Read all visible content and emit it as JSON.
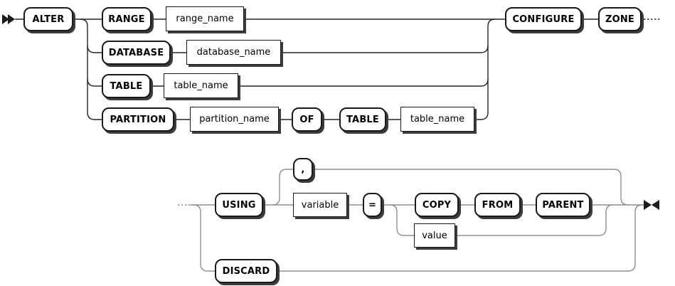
{
  "diagram": {
    "kind": "railroad-syntax-diagram",
    "tokens": {
      "alter": "ALTER",
      "range": "RANGE",
      "range_name": "range_name",
      "database": "DATABASE",
      "database_name": "database_name",
      "table": "TABLE",
      "table_name": "table_name",
      "partition": "PARTITION",
      "partition_name": "partition_name",
      "of": "OF",
      "configure": "CONFIGURE",
      "zone": "ZONE",
      "using": "USING",
      "comma": ",",
      "variable": "variable",
      "equals": "=",
      "copy": "COPY",
      "from": "FROM",
      "parent": "PARENT",
      "value": "value",
      "discard": "DISCARD"
    },
    "icons": {
      "start": "start-arrow-icon",
      "end": "end-arrow-icon",
      "continuation_top": "ellipsis-dotted-line",
      "continuation_bottom": "ellipsis-dotted-line"
    },
    "colors": {
      "line_top": "#262626",
      "line_bottom": "#8f8f8f",
      "box_border": "#1a1a1a",
      "box_shadow": "#3c3c3c",
      "background": "#ffffff",
      "text": "#000000"
    }
  }
}
